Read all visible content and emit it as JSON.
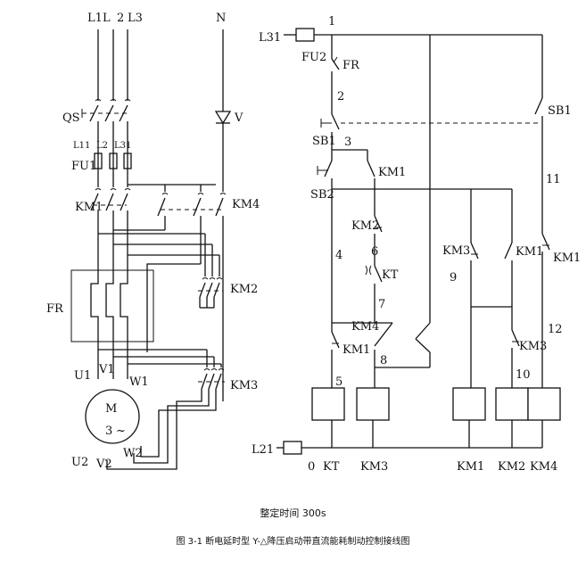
{
  "diagram": {
    "main_circuit": {
      "phases": [
        "L1",
        "L",
        "2",
        "L3"
      ],
      "neutral": "N",
      "isolator": "QS",
      "fuse": "FU1",
      "fuse_terminals": [
        "L11",
        "L2",
        "L31"
      ],
      "main_contactor": "KM1",
      "brake_contactor": "KM4",
      "diode": "V",
      "overload": "FR",
      "star_contactor": "KM2",
      "delta_contactor": "KM3",
      "motor": {
        "name": "M",
        "phase_count": "3",
        "wave": "~"
      },
      "terminals": [
        "U1",
        "V1",
        "W1",
        "U2",
        "V2",
        "W2"
      ]
    },
    "control_circuit": {
      "supply_top": "L31",
      "supply_bottom": "L21",
      "fuse": "FU2",
      "overload_contact": "FR",
      "stop_button": "SB1",
      "stop_button_brake": "SB1",
      "start_button": "SB2",
      "nodes": [
        "1",
        "2",
        "3",
        "4",
        "5",
        "6",
        "7",
        "8",
        "9",
        "10",
        "11",
        "12",
        "0"
      ],
      "contact_labels": {
        "km1_hold": "KM1",
        "km2_nc": "KM2",
        "kt_timer": "KT",
        "km4_nc": "KM4",
        "km1_nc_branch5": "KM1",
        "km3_nc": "KM3",
        "km1_no_branch9": "KM1",
        "km1_nc_right": "KM1",
        "km3_nc_right": "KM3"
      },
      "coils": [
        "KT",
        "KM3",
        "KM1",
        "KM2",
        "KM4"
      ]
    }
  },
  "caption": "整定时间 300s",
  "figure_title": "图 3-1 断电延时型 Y-△降压启动带直流能耗制动控制接线图"
}
